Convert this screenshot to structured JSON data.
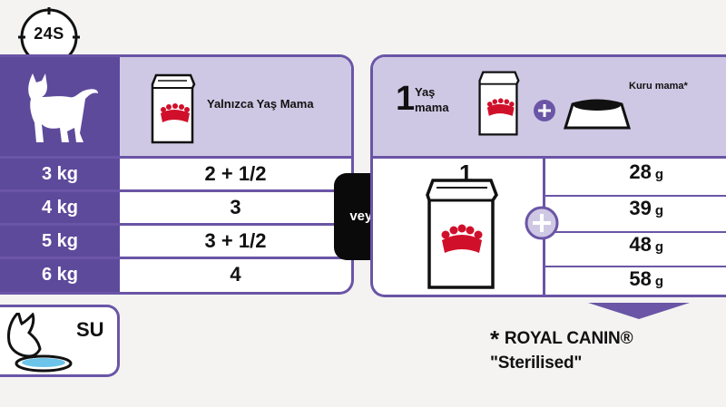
{
  "badge": {
    "text": "24S"
  },
  "left_table": {
    "header_label": "Yalnızca Yaş Mama",
    "rows": [
      {
        "weight": "3 kg",
        "value": "2 + 1/2"
      },
      {
        "weight": "4 kg",
        "value": "3"
      },
      {
        "weight": "5 kg",
        "value": "3 + 1/2"
      },
      {
        "weight": "6 kg",
        "value": "4"
      }
    ]
  },
  "separator": {
    "label": "veya"
  },
  "right_table": {
    "wet_count": "1",
    "wet_text_line1": "Yaş",
    "wet_text_line2": "mama",
    "dry_label": "Kuru mama*",
    "wet_pouch_count": "1",
    "dry_rows": [
      {
        "value": "28",
        "unit": "g"
      },
      {
        "value": "39",
        "unit": "g"
      },
      {
        "value": "48",
        "unit": "g"
      },
      {
        "value": "58",
        "unit": "g"
      }
    ]
  },
  "water": {
    "label": "SU"
  },
  "footnote": {
    "star": "*",
    "text": "ROYAL CANIN® \"Sterilised\""
  },
  "colors": {
    "purple_dark": "#5e4a9b",
    "purple_light": "#cfc8e4",
    "brand_red": "#d0102a"
  }
}
